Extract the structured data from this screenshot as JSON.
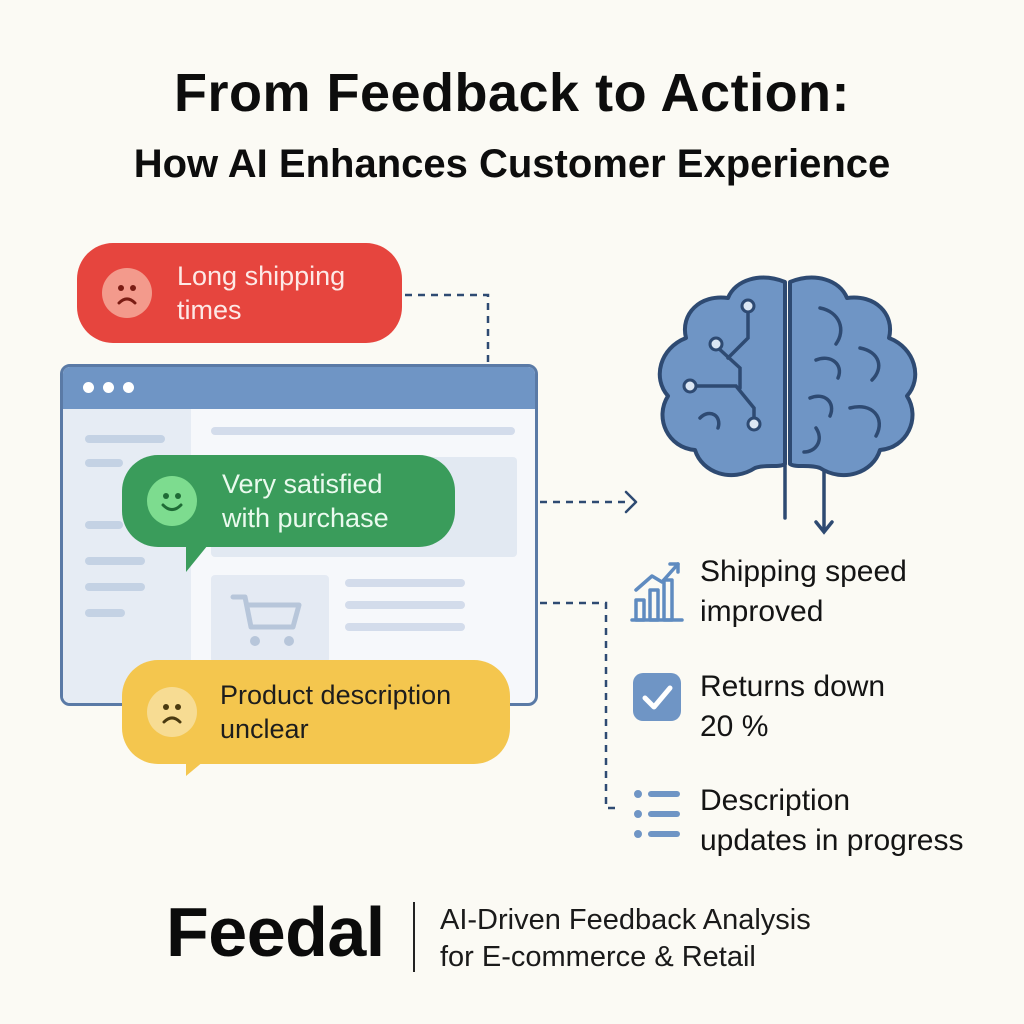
{
  "header": {
    "title": "From Feedback to Action:",
    "subtitle": "How AI Enhances Customer Experience"
  },
  "feedback": [
    {
      "text_line1": "Long shipping",
      "text_line2": "times",
      "sentiment": "negative",
      "color": "#e6453e"
    },
    {
      "text_line1": "Very satisfied",
      "text_line2": "with purchase",
      "sentiment": "positive",
      "color": "#3a9c5b"
    },
    {
      "text_line1": "Product description",
      "text_line2": "unclear",
      "sentiment": "negative",
      "color": "#f4c64e"
    }
  ],
  "icons": {
    "sad_face": "sad-face-icon",
    "happy_face": "happy-face-icon",
    "cart": "shopping-cart-icon",
    "brain": "brain-icon",
    "chart": "bar-chart-icon",
    "check": "checkmark-icon",
    "list": "list-icon"
  },
  "results": [
    {
      "line1": "Shipping speed",
      "line2": "improved",
      "icon": "bar-chart-icon"
    },
    {
      "line1": "Returns down",
      "line2": "20 %",
      "icon": "checkmark-icon"
    },
    {
      "line1": "Description",
      "line2": "updates in progress",
      "icon": "list-icon"
    }
  ],
  "footer": {
    "brand": "Feedal",
    "tagline_line1": "AI-Driven Feedback Analysis",
    "tagline_line2": "for E-commerce & Retail"
  },
  "colors": {
    "accent_blue": "#6f95c5",
    "dark_blue": "#2e4a72",
    "background": "#fbfaf4"
  }
}
